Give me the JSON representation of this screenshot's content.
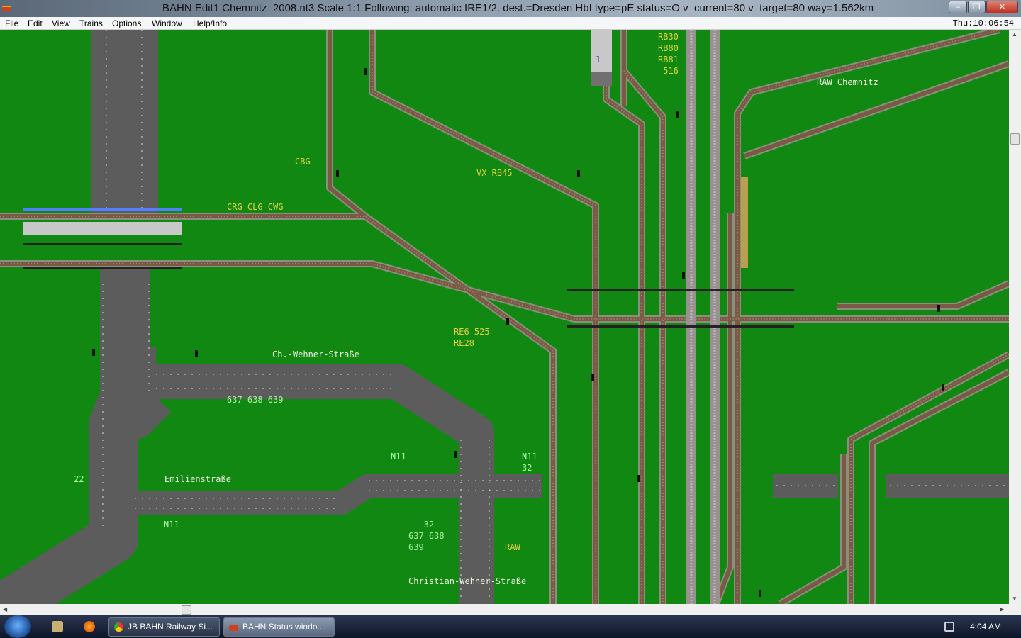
{
  "window": {
    "title": "BAHN Edit1 Chemnitz_2008.nt3 Scale 1:1 Following: automatic IRE1/2.  dest.=Dresden Hbf type=pE status=O  v_current=80 v_target=80 way=1.562km",
    "minimize": "–",
    "maximize": "❐",
    "close": "✕"
  },
  "menu": {
    "items": [
      "File",
      "Edit",
      "View",
      "Trains",
      "Options",
      "Window",
      "Help/Info"
    ],
    "clock": "Thu:10:06:54"
  },
  "map": {
    "line_labels": {
      "cbg": "CBG",
      "crg": "CRG CLG CWG",
      "vx": "VX RB45",
      "re6": "RE6 525",
      "re28": "RE28",
      "rb": "RB30\nRB80\nRB81\n 516",
      "raw_chemnitz": "RAW Chemnitz",
      "raw": "RAW"
    },
    "street_labels": {
      "wehner": "Ch.-Wehner-Straße",
      "emilien": "Emilienstraße",
      "christian": "Christian-Wehner-Straße"
    },
    "bus_labels": {
      "b637a": "637 638 639",
      "n11a": "N11",
      "n11b": "N11\n32",
      "n11c": "N11",
      "b22": "22",
      "b32": "   32\n637 638\n639"
    },
    "platform_number": "1",
    "colors": {
      "grass": "#118811",
      "road": "#5c5c5c",
      "track": "#7a5a44",
      "ballast": "#9a9090"
    }
  },
  "taskbar": {
    "tasks": [
      "JB BAHN Railway Si...",
      "BAHN Status windo..."
    ],
    "time": "4:04 AM"
  }
}
